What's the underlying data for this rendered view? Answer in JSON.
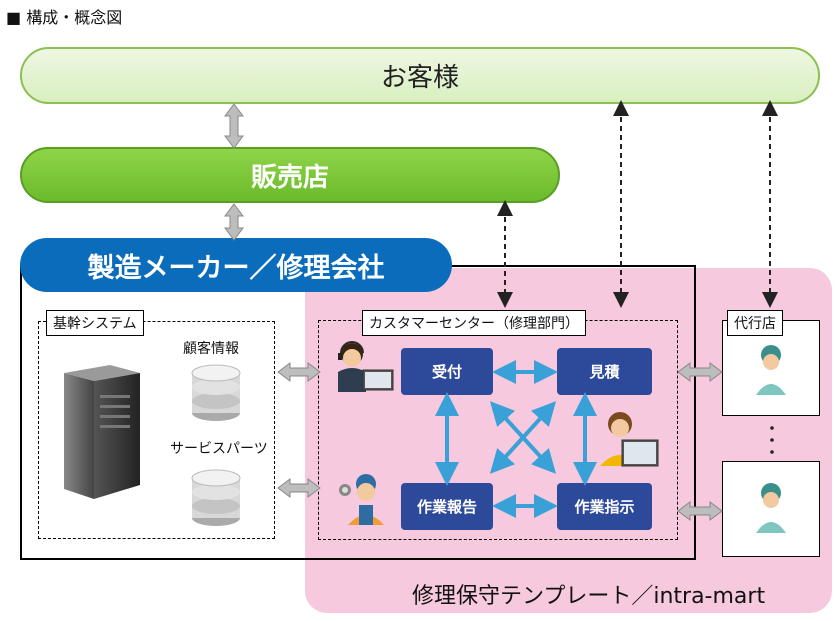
{
  "header": {
    "title": "■ 構成・概念図"
  },
  "customer": {
    "label": "お客様"
  },
  "shop": {
    "label": "販売店"
  },
  "maker": {
    "label": "製造メーカー／修理会社"
  },
  "core_system": {
    "label": "基幹システム",
    "db_customer": "顧客情報",
    "db_service": "サービスパーツ"
  },
  "customer_center": {
    "label": "カスタマーセンター（修理部門）",
    "reception": "受付",
    "estimate": "見積",
    "work_report": "作業報告",
    "work_order": "作業指示"
  },
  "agency": {
    "label": "代行店"
  },
  "footer": {
    "label": "修理保守テンプレート／intra-mart"
  },
  "colors": {
    "green_dark": "#6bbb2b",
    "blue_maker": "#0b6cbb",
    "blue_box": "#2d4a9a",
    "pink_bg": "#f7c9de",
    "arrow_cyan": "#3aa0d8"
  },
  "icons": [
    "server-icon",
    "database-icon",
    "headset-operator-icon",
    "mechanic-icon",
    "staff-woman-icon",
    "agent-worker-icon"
  ]
}
